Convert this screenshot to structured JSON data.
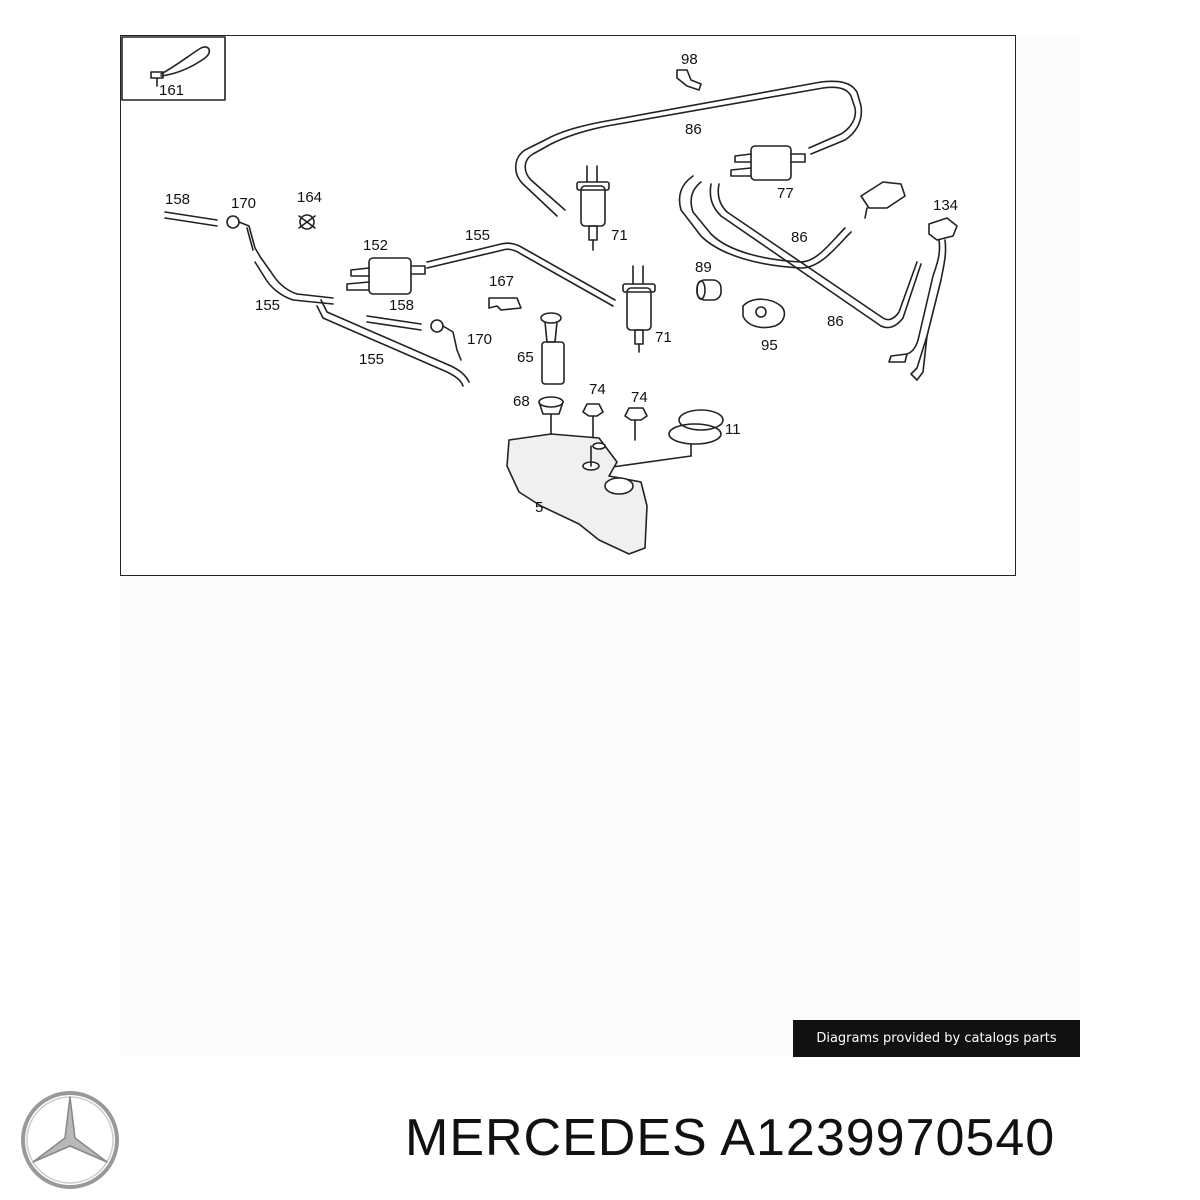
{
  "diagram": {
    "callouts": {
      "p161": "161",
      "p98": "98",
      "p86a": "86",
      "p86b": "86",
      "p86c": "86",
      "p158a": "158",
      "p170a": "170",
      "p164": "164",
      "p152": "152",
      "p155a": "155",
      "p71a": "71",
      "p77": "77",
      "p134": "134",
      "p167": "167",
      "p89": "89",
      "p155b": "155",
      "p158b": "158",
      "p170b": "170",
      "p71b": "71",
      "p95": "95",
      "p155c": "155",
      "p65": "65",
      "p68": "68",
      "p74a": "74",
      "p74b": "74",
      "p11": "11",
      "p5": "5"
    }
  },
  "footer": {
    "credit": "Diagrams provided by catalogs parts",
    "brand": "MERCEDES",
    "part_number": "A1239970540",
    "title": "MERCEDES A1239970540",
    "logo_icon": "mercedes-star-logo"
  }
}
